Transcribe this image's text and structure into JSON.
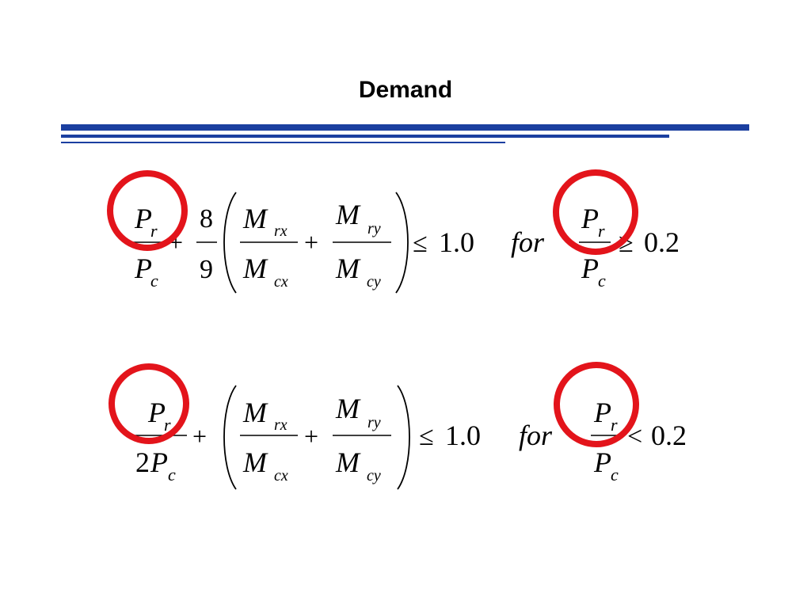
{
  "title": "Demand",
  "colors": {
    "rule": "#1b3fa0",
    "circle": "#e3141b"
  },
  "equation1": {
    "pr": "P",
    "pr_sub": "r",
    "pc": "P",
    "pc_sub": "c",
    "plus1": "+",
    "eight": "8",
    "nine": "9",
    "mrx": "M",
    "mrx_sub": "rx",
    "mcx": "M",
    "mcx_sub": "cx",
    "plus2": "+",
    "mry": "M",
    "mry_sub": "ry",
    "mcy": "M",
    "mcy_sub": "cy",
    "leq": "≤",
    "limit": "1.0",
    "for": "for",
    "cond_pr": "P",
    "cond_pr_sub": "r",
    "cond_pc": "P",
    "cond_pc_sub": "c",
    "cond_op": "≥",
    "cond_val": "0.2"
  },
  "equation2": {
    "pr": "P",
    "pr_sub": "r",
    "two": "2",
    "pc": "P",
    "pc_sub": "c",
    "plus1": "+",
    "mrx": "M",
    "mrx_sub": "rx",
    "mcx": "M",
    "mcx_sub": "cx",
    "plus2": "+",
    "mry": "M",
    "mry_sub": "ry",
    "mcy": "M",
    "mcy_sub": "cy",
    "leq": "≤",
    "limit": "1.0",
    "for": "for",
    "cond_pr": "P",
    "cond_pr_sub": "r",
    "cond_pc": "P",
    "cond_pc_sub": "c",
    "cond_op": "<",
    "cond_val": "0.2"
  }
}
